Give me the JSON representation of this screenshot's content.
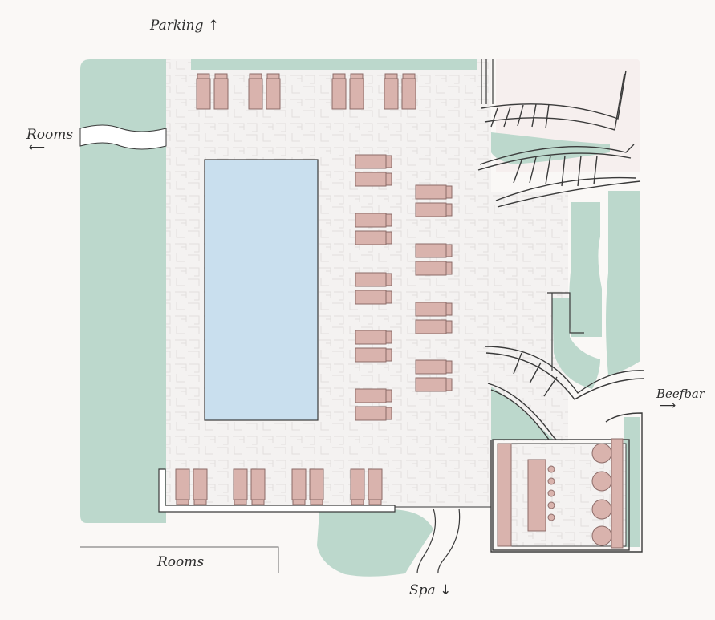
{
  "labels": {
    "parking": "Parking",
    "rooms_west": "Rooms",
    "rooms_south": "Rooms",
    "beefbar": "Beefbar",
    "spa": "Spa"
  },
  "arrows": {
    "up": "↑",
    "down": "↓",
    "left": "⟵",
    "right": "⟶"
  },
  "colors": {
    "background": "#faf8f6",
    "deck": "#f3f1f0",
    "garden": "#bcd8cc",
    "pool": "#c9dfee",
    "lounger": "#d9b3ad",
    "lounger_outline": "#8c6b68",
    "terrace": "#f6efee",
    "outline": "#3a3a3a"
  }
}
